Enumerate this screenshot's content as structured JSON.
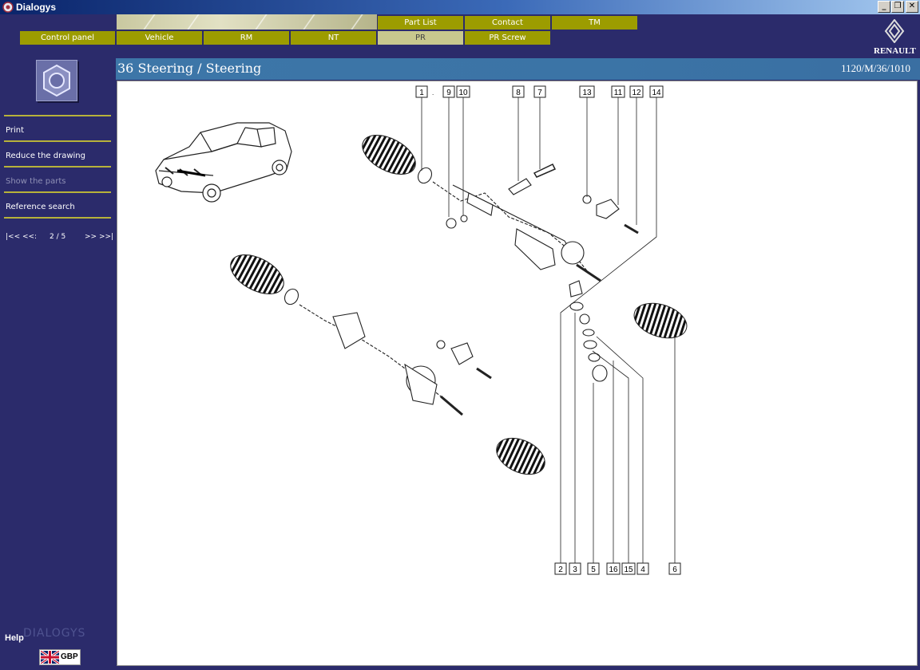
{
  "window": {
    "title": "Dialogys",
    "minimize_glyph": "_",
    "maximize_glyph": "❐",
    "close_glyph": "✕"
  },
  "tabs_top": [
    "Part List",
    "Contact",
    "TM"
  ],
  "tabs_bottom": [
    "Control panel",
    "Vehicle",
    "RM",
    "NT",
    "PR",
    "PR Screw"
  ],
  "active_tab": "PR",
  "brand": "RENAULT",
  "sidebar": {
    "items": [
      {
        "label": "Print",
        "enabled": true
      },
      {
        "label": "Reduce the drawing",
        "enabled": true
      },
      {
        "label": "Show the parts",
        "enabled": false
      },
      {
        "label": "Reference search",
        "enabled": true
      }
    ],
    "pager": {
      "first_prev": "|<< <<:",
      "page": "2 / 5",
      "next_last": ">> >>|"
    },
    "help": "Help",
    "product": "DIALOGYS",
    "language": "GBP"
  },
  "page": {
    "title": "36 Steering / Steering",
    "reference": "1120/M/36/1010"
  },
  "callouts_top": [
    "1",
    ".",
    "9",
    "10",
    "8",
    "7",
    "13",
    "11",
    "12",
    "14"
  ],
  "callouts_bottom": [
    "2",
    "3",
    "5",
    "16",
    "15",
    "4",
    "6"
  ],
  "colors": {
    "background": "#2b2b6b",
    "nav_button": "#9c9c00",
    "nav_button_active": "#c8c88e",
    "header_bar": "#3d76a8",
    "sidebar_separator": "#b7b23a"
  }
}
